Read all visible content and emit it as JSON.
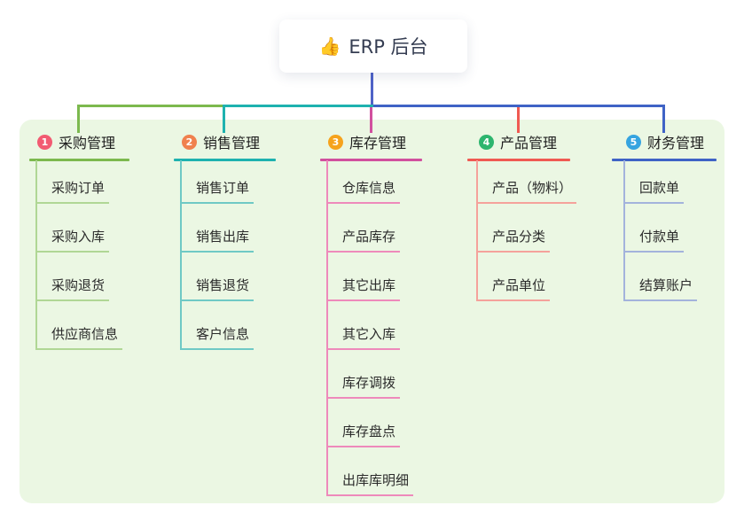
{
  "root": {
    "icon_char": "👍",
    "label": "ERP 后台"
  },
  "colors": {
    "background": "#ffffff",
    "panel_bg": "#ebf7e3",
    "root_trunk_line": "#4f63c8",
    "branch_lines": [
      "#7cb94e",
      "#1eb2af",
      "#d1509e",
      "#f05a52",
      "#3f63c6"
    ],
    "child_lines": [
      "#b0d795",
      "#6fc9c5",
      "#ee8abb",
      "#f5a29b",
      "#a3b3dc"
    ],
    "badge_colors": [
      "#f25b72",
      "#f0814e",
      "#f6a31d",
      "#2db56e",
      "#36a4e0"
    ]
  },
  "branches": [
    {
      "badge": "1",
      "label": "采购管理",
      "children": [
        "采购订单",
        "采购入库",
        "采购退货",
        "供应商信息"
      ]
    },
    {
      "badge": "2",
      "label": "销售管理",
      "children": [
        "销售订单",
        "销售出库",
        "销售退货",
        "客户信息"
      ]
    },
    {
      "badge": "3",
      "label": "库存管理",
      "children": [
        "仓库信息",
        "产品库存",
        "其它出库",
        "其它入库",
        "库存调拨",
        "库存盘点",
        "出库库明细"
      ]
    },
    {
      "badge": "4",
      "label": "产品管理",
      "children": [
        "产品（物料）",
        "产品分类",
        "产品单位"
      ]
    },
    {
      "badge": "5",
      "label": "财务管理",
      "children": [
        "回款单",
        "付款单",
        "结算账户"
      ]
    }
  ]
}
